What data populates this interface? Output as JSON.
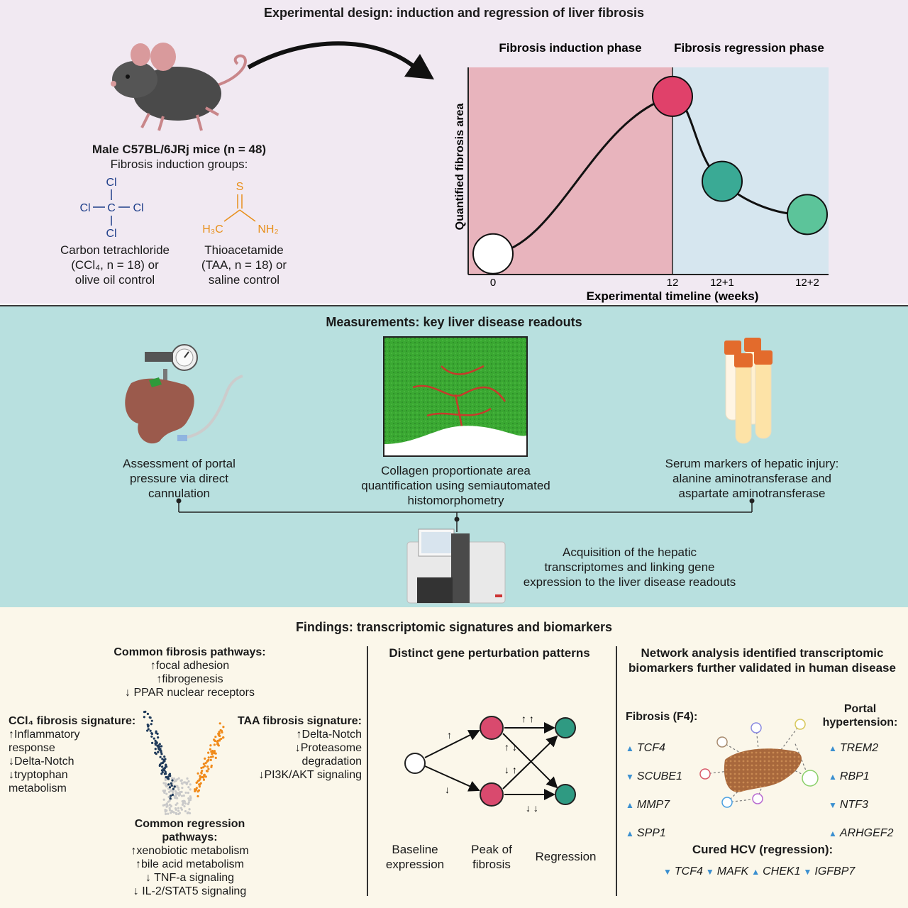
{
  "design": {
    "title": "Experimental design: induction and regression of liver fibrosis",
    "mice_label": "Male C57BL/6JRj mice (n = 48)",
    "groups_label": "Fibrosis induction groups:",
    "ccl4_caption_1": "Carbon tetrachloride",
    "ccl4_caption_2": "(CCl₄, n = 18) or",
    "ccl4_caption_3": "olive oil control",
    "taa_caption_1": "Thioacetamide",
    "taa_caption_2": "(TAA, n = 18) or",
    "taa_caption_3": "saline control",
    "ccl4_atoms": {
      "cl": "Cl",
      "c": "C"
    },
    "taa_atoms": {
      "s": "S",
      "ch3": "H₃C",
      "nh2": "NH₂"
    }
  },
  "chart_data": {
    "type": "line",
    "induction_label": "Fibrosis induction phase",
    "regression_label": "Fibrosis regression phase",
    "ylabel": "Quantified fibrosis area",
    "xlabel": "Experimental timeline (weeks)",
    "x_ticks": [
      "0",
      "12",
      "12+1",
      "12+2"
    ],
    "points": [
      {
        "x": "0",
        "level": 0.1,
        "color": "#ffffff"
      },
      {
        "x": "12",
        "level": 0.86,
        "color": "#e0416a"
      },
      {
        "x": "12+1",
        "level": 0.45,
        "color": "#3aaa95"
      },
      {
        "x": "12+2",
        "level": 0.29,
        "color": "#5cc49a"
      }
    ],
    "colors": {
      "induction_bg": "#e8b4bd",
      "regression_bg": "#d6e6ef"
    }
  },
  "measurements": {
    "title": "Measurements: key liver disease readouts",
    "portal_1": "Assessment of portal",
    "portal_2": "pressure via direct",
    "portal_3": "cannulation",
    "collagen_1": "Collagen proportionate area",
    "collagen_2": "quantification using semiautomated",
    "collagen_3": "histomorphometry",
    "serum_1": "Serum markers of hepatic injury:",
    "serum_2": "alanine aminotransferase and",
    "serum_3": "aspartate aminotransferase",
    "acq_1": "Acquisition of the hepatic",
    "acq_2": "transcriptomes and linking gene",
    "acq_3": "expression to the liver disease readouts"
  },
  "findings": {
    "title": "Findings: transcriptomic signatures and biomarkers",
    "common_fibrosis": {
      "title": "Common fibrosis pathways:",
      "items": [
        "↑focal adhesion",
        "↑fibrogenesis",
        "↓ PPAR nuclear receptors"
      ]
    },
    "ccl4_sig": {
      "title": "CCl₄ fibrosis signature:",
      "lines": [
        "↑Inflammatory",
        "response",
        "↓Delta-Notch",
        "↓tryptophan",
        "metabolism"
      ]
    },
    "taa_sig": {
      "title": "TAA fibrosis signature:",
      "lines": [
        "↑Delta-Notch",
        "↓Proteasome",
        "degradation",
        "↓PI3K/AKT signaling"
      ]
    },
    "common_regression": {
      "title_1": "Common regression",
      "title_2": "pathways:",
      "items": [
        "↑xenobiotic metabolism",
        "↑bile acid metabolism",
        "↓ TNF-a signaling",
        "↓ IL-2/STAT5 signaling"
      ]
    },
    "perturbation": {
      "title": "Distinct gene perturbation patterns",
      "arrow_up": "↑",
      "arrow_down": "↓",
      "up_up": "↑ ↑",
      "up_down": "↑ ↓",
      "down_up": "↓ ↑",
      "down_down": "↓ ↓",
      "baseline_1": "Baseline",
      "baseline_2": "expression",
      "peak_1": "Peak of",
      "peak_2": "fibrosis",
      "regression": "Regression"
    },
    "network": {
      "title_1": "Network analysis identified transcriptomic",
      "title_2": "biomarkers further validated in human disease",
      "fibrosis_label": "Fibrosis (F4):",
      "fibrosis_genes": [
        {
          "name": "TCF4",
          "dir": "up"
        },
        {
          "name": "SCUBE1",
          "dir": "down"
        },
        {
          "name": "MMP7",
          "dir": "up"
        },
        {
          "name": "SPP1",
          "dir": "up"
        }
      ],
      "portal_label_1": "Portal",
      "portal_label_2": "hypertension:",
      "portal_genes": [
        {
          "name": "TREM2",
          "dir": "up"
        },
        {
          "name": "RBP1",
          "dir": "up"
        },
        {
          "name": "NTF3",
          "dir": "down"
        },
        {
          "name": "ARHGEF2",
          "dir": "up"
        }
      ],
      "hcv_label": "Cured HCV (regression):",
      "hcv_genes": [
        {
          "name": "TCF4",
          "dir": "down"
        },
        {
          "name": "MAFK",
          "dir": "down"
        },
        {
          "name": "CHEK1",
          "dir": "up"
        },
        {
          "name": "IGFBP7",
          "dir": "down"
        }
      ]
    }
  }
}
